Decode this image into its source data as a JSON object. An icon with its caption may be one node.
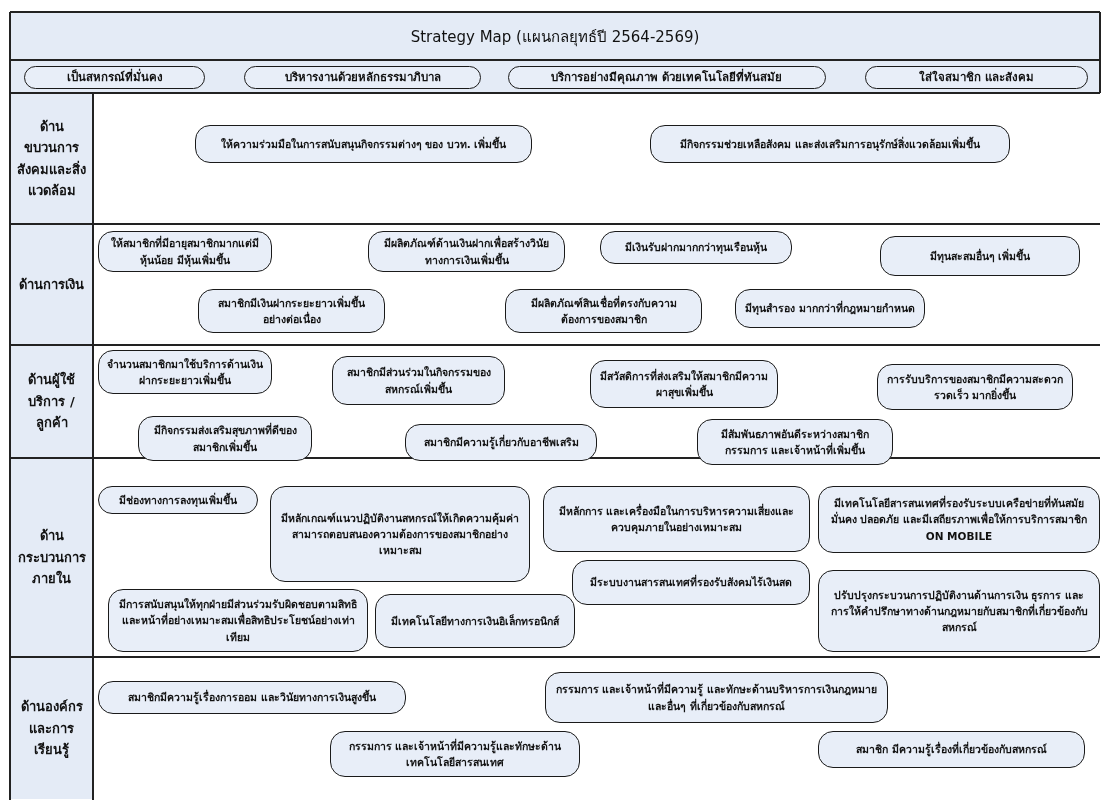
{
  "diagram": {
    "title": "Strategy Map (แผนกลยุทธ์ปี 2564-2569)",
    "nodes": [
      {
        "text": [
          "เป็นสหกรณ์ที่มั่นคง"
        ]
      },
      {
        "text": [
          "บริหารงานด้วยหลักธรรมาภิบาล"
        ]
      },
      {
        "text": [
          "บริการอย่างมีคุณภาพ ด้วยเทคโนโลยีที่ทันสมัย"
        ]
      },
      {
        "text": [
          "ใส่ใจสมาชิก และสังคม"
        ]
      },
      {
        "text": [
          "ด้านขบวนการสังคมและสิ่งแวดล้อม"
        ]
      },
      {
        "text": [
          "ให้ความร่วมมือในการสนับสนุนกิจกรรมต่างๆ ของ บวท. เพิ่มขึ้น"
        ]
      },
      {
        "text": [
          "มีกิจกรรมช่วยเหลือสังคม และส่งเสริมการอนุรักษ์สิ่งแวดล้อมเพิ่มขึ้น"
        ]
      },
      {
        "text": [
          "ด้านการเงิน"
        ]
      },
      {
        "text": [
          "ให้สมาชิกที่มีอายุสมาชิกมากแต่มีหุ้นน้อย มีหุ้นเพิ่มขึ้น"
        ]
      },
      {
        "text": [
          "มีผลิตภัณฑ์ด้านเงินฝากเพื่อสร้างวินัยทางการเงินเพิ่มขึ้น"
        ]
      },
      {
        "text": [
          "มีเงินรับฝากมากกว่าทุนเรือนหุ้น"
        ]
      },
      {
        "text": [
          "มีทุนสะสมอื่นๆ เพิ่มขึ้น"
        ]
      },
      {
        "text": [
          "สมาชิกมีเงินฝากระยะยาวเพิ่มขึ้นอย่างต่อเนื่อง"
        ]
      },
      {
        "text": [
          "มีผลิตภัณฑ์สินเชื่อที่ตรงกับความต้องการของสมาชิก"
        ]
      },
      {
        "text": [
          "มีทุนสำรอง มากกว่าที่กฎหมายกำหนด"
        ]
      },
      {
        "text": [
          "ด้านผู้ใช้บริการ / ลูกค้า"
        ]
      },
      {
        "text": [
          "จำนวนสมาชิกมาใช้บริการด้านเงินฝากระยะยาวเพิ่มขึ้น"
        ]
      },
      {
        "text": [
          "สมาชิกมีส่วนร่วมในกิจกรรมของสหกรณ์เพิ่มขึ้น"
        ]
      },
      {
        "text": [
          "มีสวัสดิการที่ส่งเสริมให้สมาชิกมีความผาสุขเพิ่มขึ้น"
        ]
      },
      {
        "text": [
          "การรับบริการของสมาชิกมีความสะดวก รวดเร็ว มากยิ่งขึ้น"
        ]
      },
      {
        "text": [
          "มีกิจกรรมส่งเสริมสุขภาพที่ดีของสมาชิกเพิ่มขึ้น"
        ]
      },
      {
        "text": [
          "สมาชิกมีความรู้เกี่ยวกับอาชีพเสริม"
        ]
      },
      {
        "text": [
          "มีสัมพันธภาพอันดีระหว่างสมาชิกกรรมการ และเจ้าหน้าที่เพิ่มขึ้น"
        ]
      },
      {
        "text": [
          "ด้านกระบวนการภายใน"
        ]
      },
      {
        "text": [
          "มีช่องทางการลงทุนเพิ่มขึ้น"
        ]
      },
      {
        "text": [
          "มีหลักเกณฑ์แนวปฏิบัติงานสหกรณ์ให้เกิดความคุ้มค่า สามารถตอบสนองความต้องการของสมาชิกอย่างเหมาะสม"
        ]
      },
      {
        "text": [
          "มีหลักการ และเครื่องมือในการบริหารความเสี่ยงและควบคุมภายในอย่างเหมาะสม"
        ]
      },
      {
        "text": [
          "มีเทคโนโลยีสารสนเทศที่รองรับระบบเครือข่ายที่ทันสมัย มั่นคง ปลอดภัย และมีเสถียรภาพเพื่อให้การบริการสมาชิก ON MOBILE"
        ]
      },
      {
        "text": [
          "มีระบบงานสารสนเทศที่รองรับสังคมไร้เงินสด"
        ]
      },
      {
        "text": [
          "มีการสนับสนุนให้ทุกฝ่ายมีส่วนร่วมรับผิดชอบตามสิทธิ และหน้าที่อย่างเหมาะสมเพื่อสิทธิประโยชน์อย่างเท่าเทียม"
        ]
      },
      {
        "text": [
          "มีเทคโนโลยีทางการเงินอิเล็กทรอนิกส์"
        ]
      },
      {
        "text": [
          "ปรับปรุงกระบวนการปฏิบัติงานด้านการเงิน ธุรการ และการให้คำปรึกษาทางด้านกฎหมายกับสมาชิกที่เกี่ยวข้องกับสหกรณ์"
        ]
      },
      {
        "text": [
          "ด้านองค์กรและการเรียนรู้"
        ]
      },
      {
        "text": [
          "สมาชิกมีความรู้เรื่องการออม และวินัยทางการเงินสูงขึ้น"
        ]
      },
      {
        "text": [
          "กรรมการ และเจ้าหน้าที่มีความรู้ และทักษะด้านบริหารการเงินกฎหมาย และอื่นๆ ที่เกี่ยวข้องกับสหกรณ์"
        ]
      },
      {
        "text": [
          "กรรมการ และเจ้าหน้าที่มีความรู้และทักษะด้านเทคโนโลยีสารสนเทศ"
        ]
      },
      {
        "text": [
          "สมาชิก มีความรู้เรื่องที่เกี่ยวข้องกับสหกรณ์"
        ]
      }
    ]
  }
}
